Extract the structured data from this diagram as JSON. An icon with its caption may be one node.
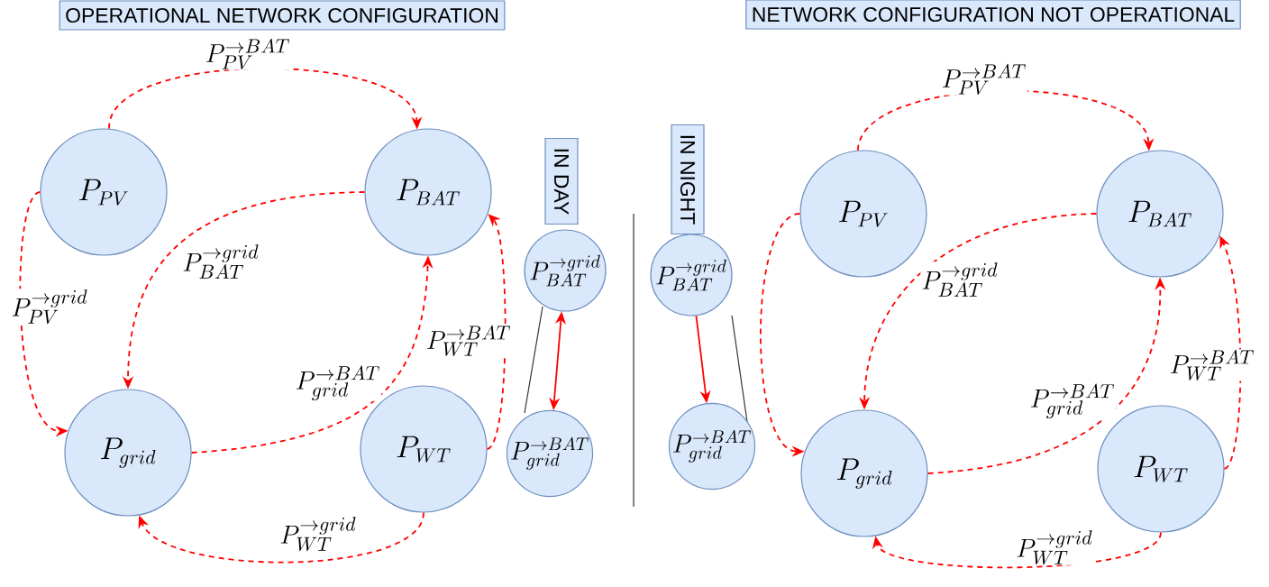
{
  "diagram": {
    "nodes": [
      {
        "text": [
          "OPERATIONAL NETWORK CONFIGURATION"
        ]
      },
      {
        "text": [
          "P_{PV}"
        ]
      },
      {
        "text": [
          "P_{BAT}"
        ]
      },
      {
        "text": [
          "P_{grid}"
        ]
      },
      {
        "text": [
          "P_{WT}"
        ]
      },
      {
        "text": [
          "IN DAY"
        ]
      },
      {
        "text": [
          "P_{BAT}^{\\rightarrow grid}"
        ]
      },
      {
        "text": [
          "P_{grid}^{\\rightarrow BAT}"
        ]
      },
      {
        "text": [
          "NETWORK CONFIGURATION NOT OPERATIONAL"
        ]
      },
      {
        "text": [
          "IN NIGHT"
        ]
      },
      {
        "text": [
          "P_{BAT}^{\\rightarrow grid}"
        ]
      },
      {
        "text": [
          "P_{grid}^{\\rightarrow BAT}"
        ]
      },
      {
        "text": [
          "P_{PV}"
        ]
      },
      {
        "text": [
          "P_{BAT}"
        ]
      },
      {
        "text": [
          "P_{grid}"
        ]
      },
      {
        "text": [
          "P_{WT}"
        ]
      }
    ],
    "edges": [
      {
        "from": 1,
        "to": 2,
        "arrow": "to",
        "style": "dashed",
        "label": "P_{PV}^{\\rightarrow BAT}"
      },
      {
        "from": 1,
        "to": 3,
        "arrow": "to",
        "style": "dashed",
        "label": "P_{PV}^{\\rightarrow grid}"
      },
      {
        "from": 2,
        "to": 3,
        "arrow": "to",
        "style": "dashed",
        "label": "P_{BAT}^{\\rightarrow grid}"
      },
      {
        "from": 3,
        "to": 2,
        "arrow": "to",
        "style": "dashed",
        "label": "P_{grid}^{\\rightarrow BAT}"
      },
      {
        "from": 4,
        "to": 2,
        "arrow": "to",
        "style": "dashed",
        "label": "P_{WT}^{\\rightarrow BAT}"
      },
      {
        "from": 4,
        "to": 3,
        "arrow": "to",
        "style": "dashed",
        "label": "P_{WT}^{\\rightarrow grid}"
      },
      {
        "from": 6,
        "to": 7,
        "arrow": "both"
      },
      {
        "from": 12,
        "to": 13,
        "arrow": "to",
        "style": "dashed",
        "label": "P_{PV}^{\\rightarrow BAT}"
      },
      {
        "from": 12,
        "to": 14,
        "arrow": "to",
        "style": "dashed"
      },
      {
        "from": 13,
        "to": 14,
        "arrow": "to",
        "style": "dashed",
        "label": "P_{BAT}^{\\rightarrow grid}"
      },
      {
        "from": 14,
        "to": 13,
        "arrow": "to",
        "style": "dashed",
        "label": "P_{grid}^{\\rightarrow BAT}"
      },
      {
        "from": 15,
        "to": 13,
        "arrow": "to",
        "style": "dashed",
        "label": "P_{WT}^{\\rightarrow BAT}"
      },
      {
        "from": 15,
        "to": 14,
        "arrow": "to",
        "style": "dashed",
        "label": "P_{WT}^{\\rightarrow grid}"
      },
      {
        "from": 10,
        "to": 11,
        "arrow": "to"
      }
    ]
  }
}
